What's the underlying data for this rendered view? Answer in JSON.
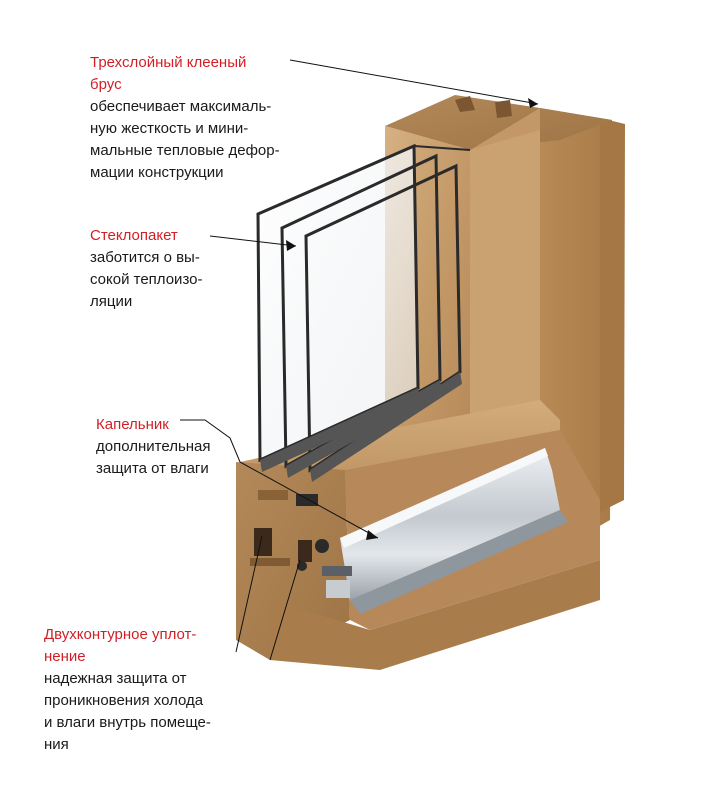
{
  "callouts": [
    {
      "title_lines": [
        "Трехслойный клееный",
        "брус"
      ],
      "text_lines": [
        "обеспечивает максималь-",
        "ную жесткость и мини-",
        "мальные тепловые дефор-",
        "мации конструкции"
      ]
    },
    {
      "title_lines": [
        "Стеклопакет"
      ],
      "text_lines": [
        "заботится о вы-",
        "сокой теплоизо-",
        "ляции"
      ]
    },
    {
      "title_lines": [
        "Капельник"
      ],
      "text_lines": [
        "дополнительная",
        "защита от влаги"
      ]
    },
    {
      "title_lines": [
        "Двухконтурное уплот-",
        "нение"
      ],
      "text_lines": [
        "надежная защита от",
        "проникновения холода",
        "и влаги внутрь помеще-",
        "ния"
      ]
    }
  ],
  "colors": {
    "title_red": "#d21f26",
    "wood_light": "#c9a373",
    "wood_mid": "#b88c5a",
    "wood_dark": "#9a6f42",
    "metal": "#c9ced3"
  }
}
